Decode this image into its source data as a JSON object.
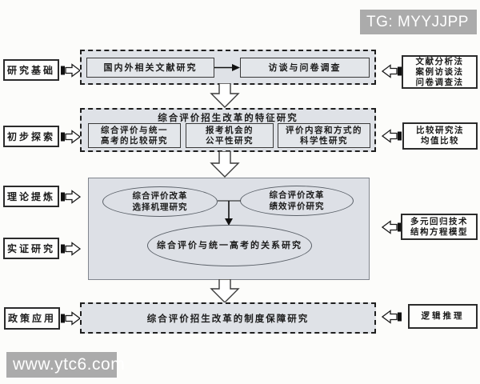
{
  "watermarks": {
    "top": "TG: MYYJJPP",
    "bottom": "www.ytc6.com"
  },
  "stages": [
    {
      "label": "研究基础"
    },
    {
      "label": "初步探索"
    },
    {
      "label": "理论提炼"
    },
    {
      "label": "实证研究"
    },
    {
      "label": "政策应用"
    }
  ],
  "methods": [
    {
      "label": "文献分析法\n案例访谈法\n问卷调查法"
    },
    {
      "label": "比较研究法\n均值比较"
    },
    {
      "label": "多元回归技术\n结构方程模型"
    },
    {
      "label": "逻辑推理"
    }
  ],
  "flow": {
    "literature_review": "国内外相关文献研究",
    "interview_survey": "访谈与问卷调查",
    "feature_title": "综合评价招生改革的特征研究",
    "feature_items": [
      "综合评价与统一\n高考的比较研究",
      "报考机会的\n公平性研究",
      "评价内容和方式的\n科学性研究"
    ],
    "mechanism_ellipse": "综合评价改革\n选择机理研究",
    "performance_ellipse": "综合评价改革\n绩效评价研究",
    "relation_ellipse": "综合评价与统一高考的关系研究",
    "institution_title": "综合评价招生改革的制度保障研究"
  },
  "colors": {
    "panel_fill": "#dfe2e7",
    "panel_border": "#1f1f1f",
    "inner_box_fill": "#e3e6ea",
    "watermark_bg": "#ababab",
    "text": "#1b1b1b"
  }
}
